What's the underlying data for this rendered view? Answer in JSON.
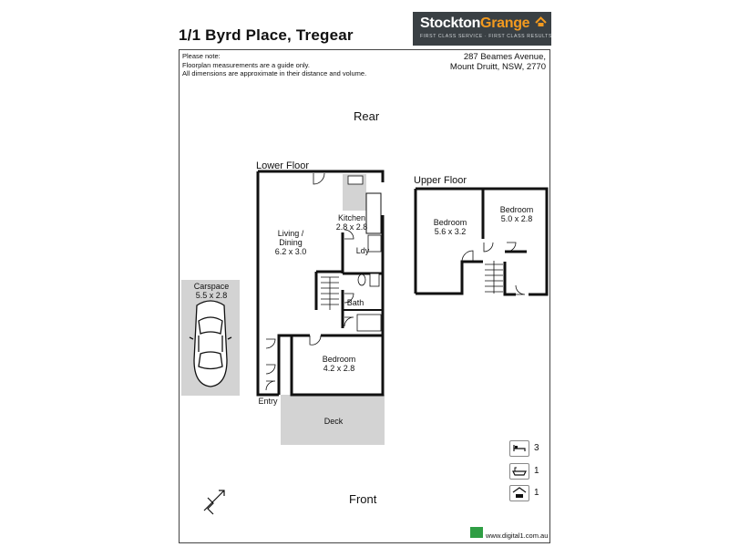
{
  "title": "1/1 Byrd Place, Tregear",
  "logo": {
    "name_part1": "Stockton",
    "name_part2": "Grange",
    "tagline": "FIRST CLASS SERVICE · FIRST CLASS RESULTS"
  },
  "note": {
    "heading": "Please note:",
    "line1": "Floorplan measurements are a guide only.",
    "line2": "All dimensions are approximate in their distance and volume."
  },
  "address": {
    "line1": "287 Beames Avenue,",
    "line2": "Mount Druitt, NSW, 2770"
  },
  "orientation": {
    "top": "Rear",
    "bottom": "Front"
  },
  "lower_floor": {
    "label": "Lower Floor",
    "rooms": [
      {
        "name": "Living /",
        "name2": "Dining",
        "dims": "6.2 x 3.0"
      },
      {
        "name": "Kitchen",
        "dims": "2.8 x 2.8"
      },
      {
        "name": "Ldy"
      },
      {
        "name": "Bath"
      },
      {
        "name": "Bedroom",
        "dims": "4.2 x 2.8"
      },
      {
        "name": "Entry"
      },
      {
        "name": "Deck"
      }
    ]
  },
  "carspace": {
    "name": "Carspace",
    "dims": "5.5 x 2.8"
  },
  "upper_floor": {
    "label": "Upper Floor",
    "rooms": [
      {
        "name": "Bedroom",
        "dims": "5.6 x 3.2"
      },
      {
        "name": "Bedroom",
        "dims": "5.0 x 2.8"
      }
    ]
  },
  "features": [
    {
      "icon": "bed-icon",
      "count": "3"
    },
    {
      "icon": "bath-icon",
      "count": "1"
    },
    {
      "icon": "car-icon",
      "count": "1"
    }
  ],
  "credit": "www.digital1.com.au",
  "colors": {
    "logo_bg": "#3a4044",
    "logo_accent": "#f39a1f",
    "shade": "#d3d3d3",
    "wall": "#111111"
  }
}
